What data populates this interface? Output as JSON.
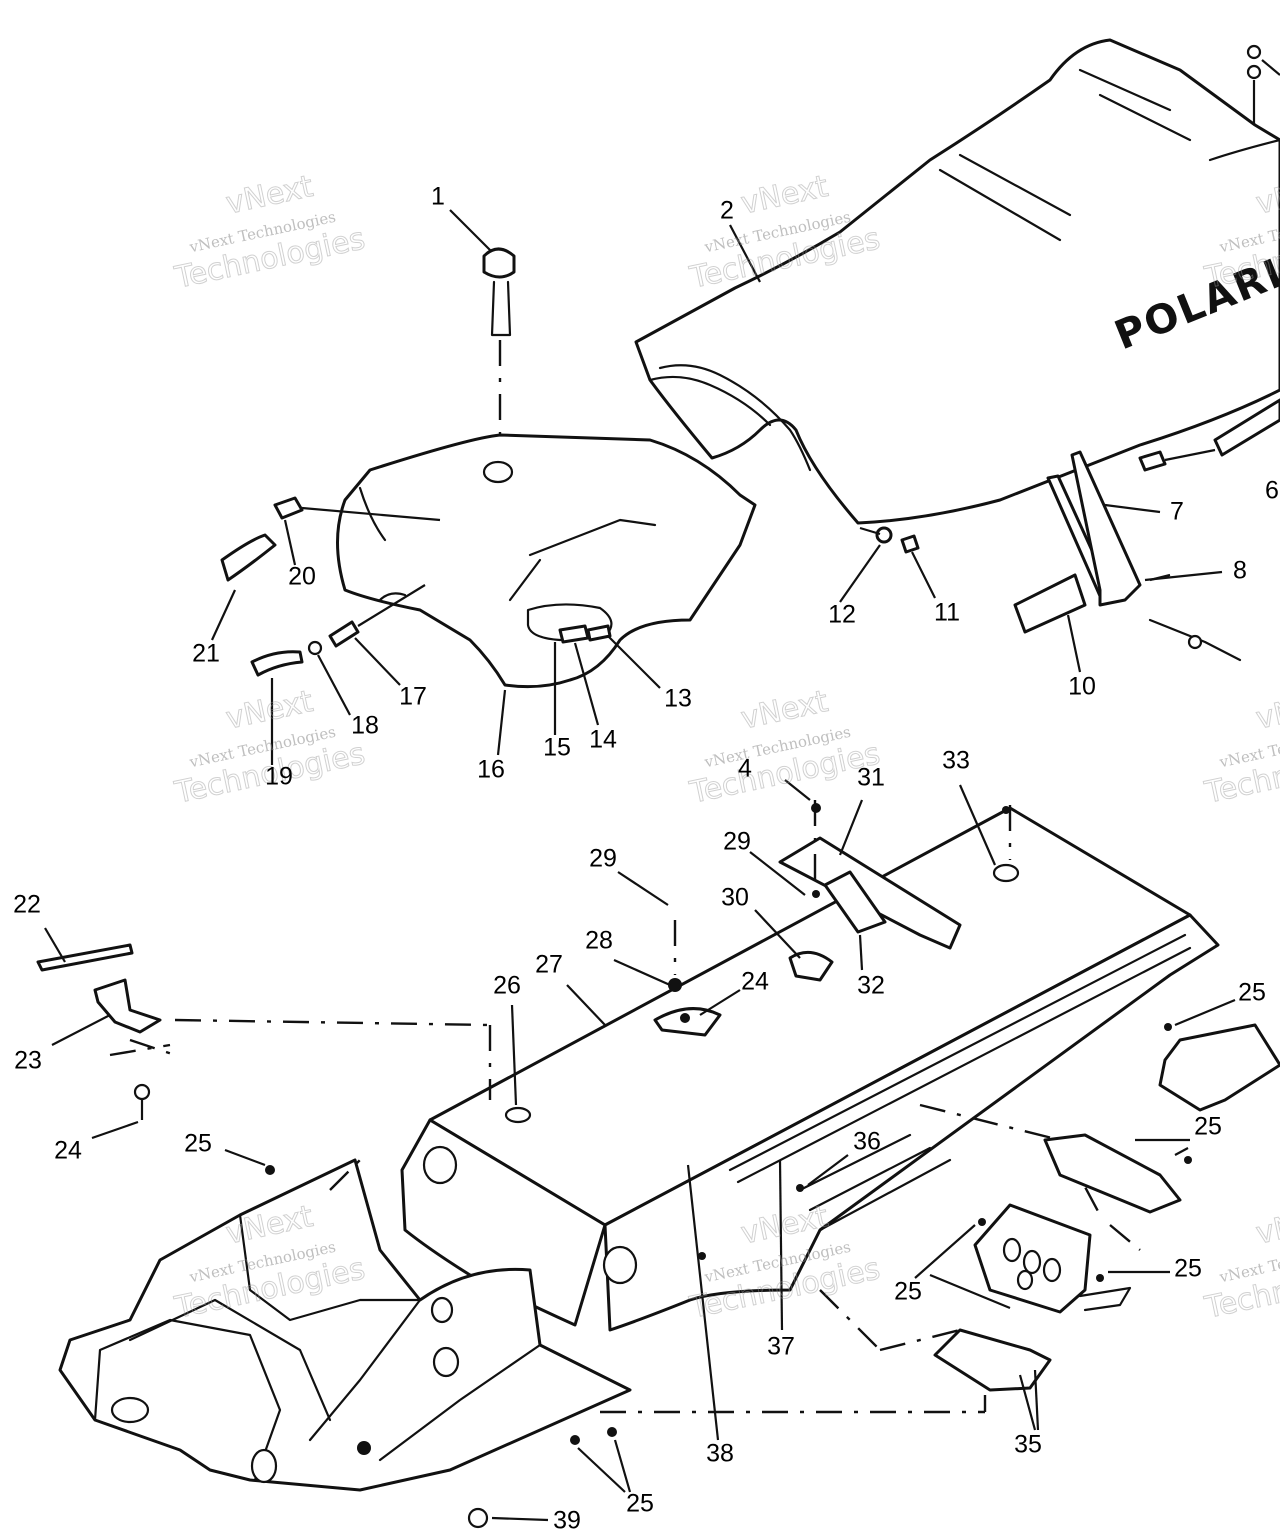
{
  "diagram": {
    "brand_logo_text": "POLARIS",
    "callouts": [
      {
        "id": "c1",
        "text": "1"
      },
      {
        "id": "c2",
        "text": "2"
      },
      {
        "id": "c4",
        "text": "4"
      },
      {
        "id": "c6",
        "text": "6"
      },
      {
        "id": "c7",
        "text": "7"
      },
      {
        "id": "c8",
        "text": "8"
      },
      {
        "id": "c10",
        "text": "10"
      },
      {
        "id": "c11",
        "text": "11"
      },
      {
        "id": "c12",
        "text": "12"
      },
      {
        "id": "c13",
        "text": "13"
      },
      {
        "id": "c14",
        "text": "14"
      },
      {
        "id": "c15",
        "text": "15"
      },
      {
        "id": "c16",
        "text": "16"
      },
      {
        "id": "c17",
        "text": "17"
      },
      {
        "id": "c18",
        "text": "18"
      },
      {
        "id": "c19",
        "text": "19"
      },
      {
        "id": "c20",
        "text": "20"
      },
      {
        "id": "c21",
        "text": "21"
      },
      {
        "id": "c22",
        "text": "22"
      },
      {
        "id": "c23",
        "text": "23"
      },
      {
        "id": "c24a",
        "text": "24"
      },
      {
        "id": "c24b",
        "text": "24"
      },
      {
        "id": "c25a",
        "text": "25"
      },
      {
        "id": "c25b",
        "text": "25"
      },
      {
        "id": "c25c",
        "text": "25"
      },
      {
        "id": "c25d",
        "text": "25"
      },
      {
        "id": "c25e",
        "text": "25"
      },
      {
        "id": "c25f",
        "text": "25"
      },
      {
        "id": "c26",
        "text": "26"
      },
      {
        "id": "c27",
        "text": "27"
      },
      {
        "id": "c28",
        "text": "28"
      },
      {
        "id": "c29a",
        "text": "29"
      },
      {
        "id": "c29b",
        "text": "29"
      },
      {
        "id": "c30",
        "text": "30"
      },
      {
        "id": "c31",
        "text": "31"
      },
      {
        "id": "c32",
        "text": "32"
      },
      {
        "id": "c33",
        "text": "33"
      },
      {
        "id": "c35",
        "text": "35"
      },
      {
        "id": "c36",
        "text": "36"
      },
      {
        "id": "c37",
        "text": "37"
      },
      {
        "id": "c38",
        "text": "38"
      },
      {
        "id": "c39",
        "text": "39"
      }
    ]
  },
  "watermark": {
    "line_small": "vNext Technologies",
    "line_big_1": "vNext",
    "line_big_2": "Technologies"
  }
}
